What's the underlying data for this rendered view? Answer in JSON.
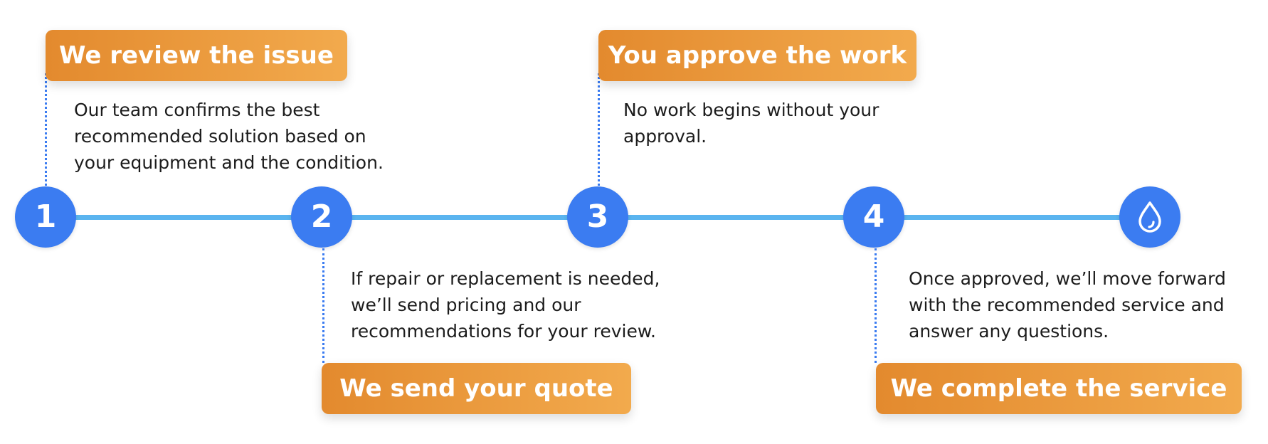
{
  "colors": {
    "step_circle": "#3b7cf1",
    "timeline_line": "#5ab4ef",
    "title_gradient_start": "#e38a2e",
    "title_gradient_end": "#f2aa4d",
    "connector": "#3b7cf1",
    "body_text": "#1c1c1c"
  },
  "steps": [
    {
      "number": "1",
      "title": "We review the issue",
      "description": "Our team confirms the best recommended solution based on your equipment and the condition."
    },
    {
      "number": "2",
      "title": "We send your quote",
      "description": "If repair or replacement is needed, we’ll send pricing and our recommendations for your review."
    },
    {
      "number": "3",
      "title": "You approve the work",
      "description": "No work begins without your approval."
    },
    {
      "number": "4",
      "title": "We complete the service",
      "description": "Once approved, we’ll move forward with the recommended service and answer any questions."
    }
  ],
  "final_marker": {
    "icon": "water-drop-icon"
  }
}
